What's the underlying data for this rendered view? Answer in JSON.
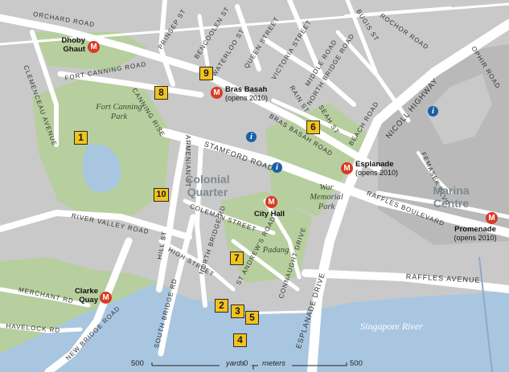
{
  "map": {
    "colors": {
      "land": "#c9c9c9",
      "road": "#ffffff",
      "park": "#b7cf9e",
      "water": "#a9c6e1",
      "poi": "#f2c21d",
      "metro": "#d83a24",
      "info": "#1a5fa8"
    },
    "streets": [
      "ORCHARD ROAD",
      "PRINSEP ST",
      "BENCOOLEN ST",
      "WATERLOO ST",
      "QUEEN STREET",
      "VICTORIA STREET",
      "MIDDLE ROAD",
      "RAIN ST",
      "NORTH BRIDGE ROAD",
      "BUGIS ST",
      "ROCHOR ROAD",
      "OPHIR ROAD",
      "FORT CANNING ROAD",
      "CANNING RISE",
      "CLEMENCEAU AVENUE",
      "SEAH ST",
      "BEACH ROAD",
      "NICOLL HIGHWAY",
      "BRAS BASAH ROAD",
      "STAMFORD ROAD",
      "ARMENIAN ST",
      "COLEMAN STREET",
      "FEMASEK BLVD",
      "RAFFLES BOULEVARD",
      "RIVER VALLEY ROAD",
      "HILL ST",
      "NORTH BRIDGE RD",
      "HIGH STREET",
      "ST ANDREW'S ROAD",
      "CONNAUGHT DRIVE",
      "ESPLANADE DRIVE",
      "RAFFLES AVENUE",
      "MERCHANT RD",
      "HAVELOCK RD",
      "NEW BRIDGE ROAD",
      "SOUTH BRIDGE RD"
    ],
    "parks": [
      "Fort Canning Park",
      "War Memorial Park",
      "Padang"
    ],
    "districts": [
      "Colonial Quarter",
      "Marina Centre"
    ],
    "water_label": "Singapore River",
    "stations": [
      {
        "name": "Dhoby Ghaut",
        "note": ""
      },
      {
        "name": "Bras Basah",
        "note": "(opens 2010)"
      },
      {
        "name": "Esplanade",
        "note": "(opens 2010)"
      },
      {
        "name": "City Hall",
        "note": ""
      },
      {
        "name": "Clarke Quay",
        "note": ""
      },
      {
        "name": "Promenade",
        "note": "(opens 2010)"
      }
    ],
    "metro_symbol": "M",
    "info_symbol": "i",
    "poi_markers": [
      "1",
      "2",
      "3",
      "4",
      "5",
      "6",
      "7",
      "8",
      "9",
      "10"
    ],
    "scale": {
      "left": "500",
      "yards": "yards",
      "zero": "0",
      "meters": "meters",
      "right": "500"
    }
  }
}
